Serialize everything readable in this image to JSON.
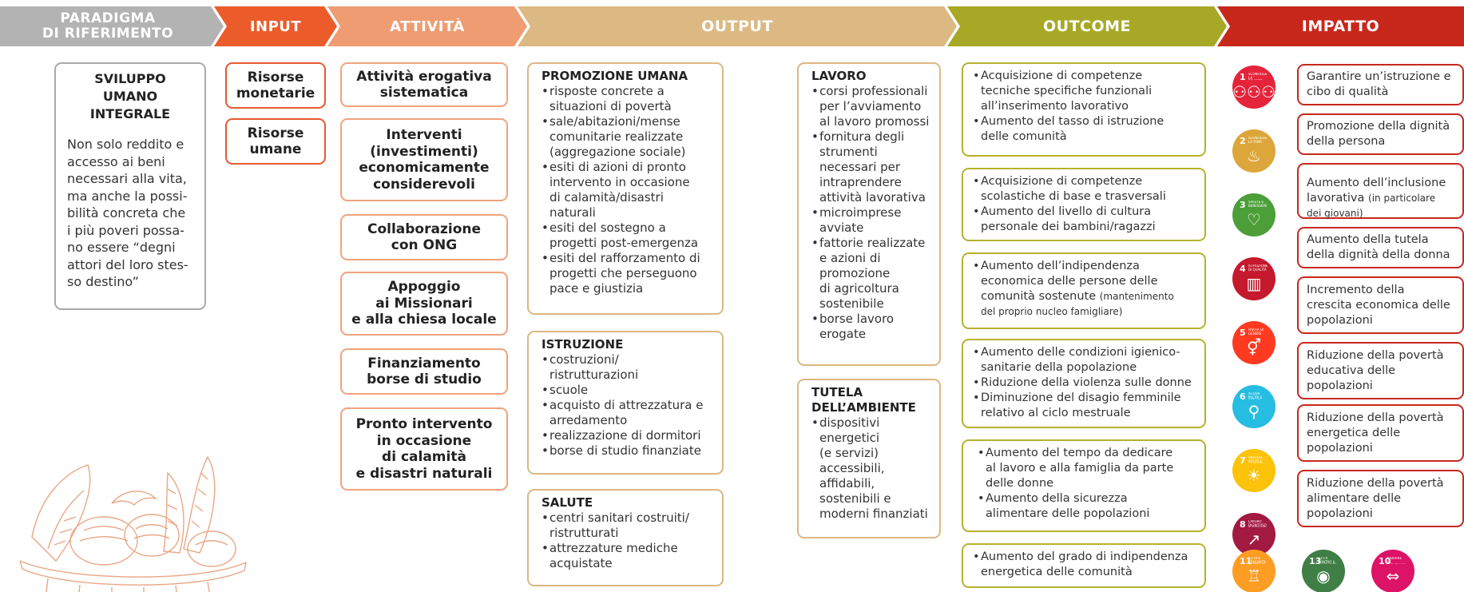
{
  "header": {
    "paradigma": "PARADIGMA\nDI RIFERIMENTO",
    "paradigma_line1": "PARADIGMA",
    "paradigma_line2": "DI RIFERIMENTO",
    "input": "INPUT",
    "attivita": "ATTIVITÀ",
    "output": "OUTPUT",
    "outcome": "OUTCOME",
    "impatto": "IMPATTO"
  },
  "colors": {
    "paradigma": "#b3b3b3",
    "input": "#ec5b2a",
    "attivita": "#ef9c72",
    "output": "#dcb883",
    "outcome": "#a8a827",
    "impatto": "#c8281c"
  },
  "paradigma": {
    "title": "SVILUPPO\nUMANO\nINTEGRALE",
    "title_lines": [
      "SVILUPPO",
      "UMANO",
      "INTEGRALE"
    ],
    "text_lines": [
      "Non solo reddito e",
      "accesso ai beni",
      "necessari alla vita,",
      "ma anche la possi-",
      "bilità concreta che",
      "i più poveri possa-",
      "no essere “degni",
      "attori del loro stes-",
      "so destino”"
    ]
  },
  "input": {
    "items": [
      "Risorse\nmonetarie",
      "Risorse\numane"
    ]
  },
  "attivita": {
    "items": [
      "Attività erogativa\nsistematica",
      "Interventi\n(investimenti)\neconomicamente\nconsiderevoli",
      "Collaborazione\ncon ONG",
      "Appoggio\nai Missionari\ne alla chiesa locale",
      "Finanziamento\nborse di studio",
      "Pronto intervento\nin occasione\ndi calamità\ne disastri naturali"
    ]
  },
  "output": {
    "promozione": {
      "title": "PROMOZIONE UMANA",
      "items": [
        "risposte concrete a\nsituazioni di povertà",
        "sale/abitazioni/mense\ncomunitarie realizzate\n(aggregazione sociale)",
        "esiti di azioni di pronto\nintervento in occasione\ndi calamità/disastri\nnaturali",
        "esiti del sostegno a\nprogetti post-emergenza",
        "esiti del rafforzamento di\nprogetti che perseguono\npace e giustizia"
      ]
    },
    "istruzione": {
      "title": "ISTRUZIONE",
      "items": [
        "costruzioni/\nristrutturazioni",
        "scuole",
        "acquisto di attrezzatura e\narredamento",
        "realizzazione di dormitori",
        "borse di studio finanziate"
      ]
    },
    "salute": {
      "title": "SALUTE",
      "items": [
        "centri sanitari costruiti/\nristrutturati",
        "attrezzature mediche\nacquistate"
      ]
    },
    "lavoro": {
      "title": "LAVORO",
      "items": [
        "corsi professionali\nper l’avviamento\nal lavoro promossi",
        "fornitura degli\nstrumenti\nnecessari per\nintraprendere\nattività lavorativa",
        "microimprese\navviate",
        "fattorie realizzate\ne azioni di\npromozione\ndi agricoltura\nsostenibile",
        "borse lavoro\nerogate"
      ]
    },
    "ambiente": {
      "title": "TUTELA\nDELL’AMBIENTE",
      "items": [
        "dispositivi\nenergetici\n(e servizi)\naccessibili,\naffidabili,\nsostenibili e\nmoderni finanziati"
      ]
    }
  },
  "outcome": {
    "boxes": [
      [
        "Acquisizione di competenze\ntecniche specifiche funzionali\nall’inserimento lavorativo",
        "Aumento del tasso di istruzione\ndelle comunità"
      ],
      [
        "Acquisizione di competenze\nscolastiche di base e trasversali",
        "Aumento del livello di cultura\npersonale dei bambini/ragazzi"
      ],
      [
        "Aumento dell’indipendenza\neconomica delle persone delle\ncomunità sostenute"
      ],
      [
        "Aumento delle condizioni igienico-\nsanitarie della popolazione",
        "Riduzione della violenza sulle donne",
        "Diminuzione del disagio femminile\nrelativo al ciclo mestruale"
      ],
      [
        "Aumento del tempo da dedicare\nal lavoro e alla famiglia da parte\ndelle donne",
        "Aumento della sicurezza\nalimentare delle popolazioni"
      ],
      [
        "Aumento del grado di indipendenza\nenergetica delle comunità"
      ]
    ],
    "box3_small": "(mantenimento",
    "box3_small2": "del proprio nucleo famigliare)"
  },
  "impatto": {
    "items": [
      "Garantire un’istruzione e\ncibo di qualità",
      "Promozione della dignità\ndella persona",
      "Aumento dell’inclusione\nlavorativa",
      "Aumento della tutela\ndella dignità della donna",
      "Incremento della\ncrescita economica delle\npopolazioni",
      "Riduzione della povertà\neducativa delle\npopolazioni",
      "Riduzione della povertà\nenergetica delle\npopolazioni",
      "Riduzione della povertà\nalimentare delle\npopolazioni"
    ],
    "inclusione_small": "(in particolare",
    "inclusione_small2": "dei giovani)"
  },
  "sdg_icons": [
    {
      "number": "1",
      "label": "SCONFIGGERE LA POVERTÀ",
      "color": "#e5243b",
      "icon": "people-icon",
      "glyph": "⚇⚇⚇"
    },
    {
      "number": "2",
      "label": "SCONFIGGERE LA FAME",
      "color": "#dda63a",
      "icon": "bowl-icon",
      "glyph": "♨"
    },
    {
      "number": "3",
      "label": "SALUTE E BENESSERE",
      "color": "#4c9f38",
      "icon": "heartbeat-icon",
      "glyph": "♡"
    },
    {
      "number": "4",
      "label": "ISTRUZIONE DI QUALITÀ",
      "color": "#c5192d",
      "icon": "book-icon",
      "glyph": "▥"
    },
    {
      "number": "5",
      "label": "PARITÀ DI GENERE",
      "color": "#ff3a21",
      "icon": "gender-icon",
      "glyph": "⚥"
    },
    {
      "number": "6",
      "label": "ACQUA PULITA E SERVIZI IGIENICO-SANITARI",
      "color": "#26bde2",
      "icon": "water-icon",
      "glyph": "⚲"
    },
    {
      "number": "7",
      "label": "ENERGIA PULITA E ACCESSIBILE",
      "color": "#fcc30b",
      "icon": "sun-icon",
      "glyph": "☀"
    },
    {
      "number": "8",
      "label": "LAVORO DIGNITOSO E CRESCITA ECONOMICA",
      "color": "#a21942",
      "icon": "growth-chart-icon",
      "glyph": "↗"
    },
    {
      "number": "11",
      "label": "CITTÀ E COMUNITÀ SOSTENIBILI",
      "color": "#fd9d24",
      "icon": "city-icon",
      "glyph": "♖"
    },
    {
      "number": "13",
      "label": "LOTTA CONTRO IL CAMBIAMENTO CLIMATICO",
      "color": "#3f7e44",
      "icon": "eye-globe-icon",
      "glyph": "◉"
    },
    {
      "number": "10",
      "label": "RIDURRE LE DISUGUAGLIANZE",
      "color": "#dd1367",
      "icon": "equality-icon",
      "glyph": "⇔"
    }
  ]
}
